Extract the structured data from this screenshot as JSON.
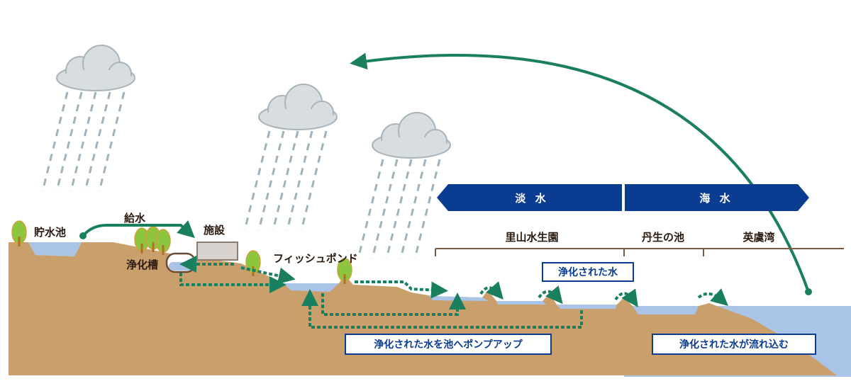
{
  "colors": {
    "ground": "#c9a06c",
    "water": "#a9c4e6",
    "flow": "#1a7f5f",
    "band": "#0a3d91",
    "tree": "#8cc63f"
  },
  "labels": {
    "reservoir": "貯水池",
    "supply": "給水",
    "facility": "施設",
    "septic_tank": "浄化槽",
    "fish_pond": "フィッシュポンド",
    "satoyama": "里山水生園",
    "nyu_pond": "丹生の池",
    "ago_bay": "英虞湾"
  },
  "bands": {
    "fresh": "淡 水",
    "sea": "海 水"
  },
  "boxes": {
    "purified": "浄化された水",
    "pump_up": "浄化された水を池へポンプアップ",
    "flows_in": "浄化された水が流れ込む"
  }
}
